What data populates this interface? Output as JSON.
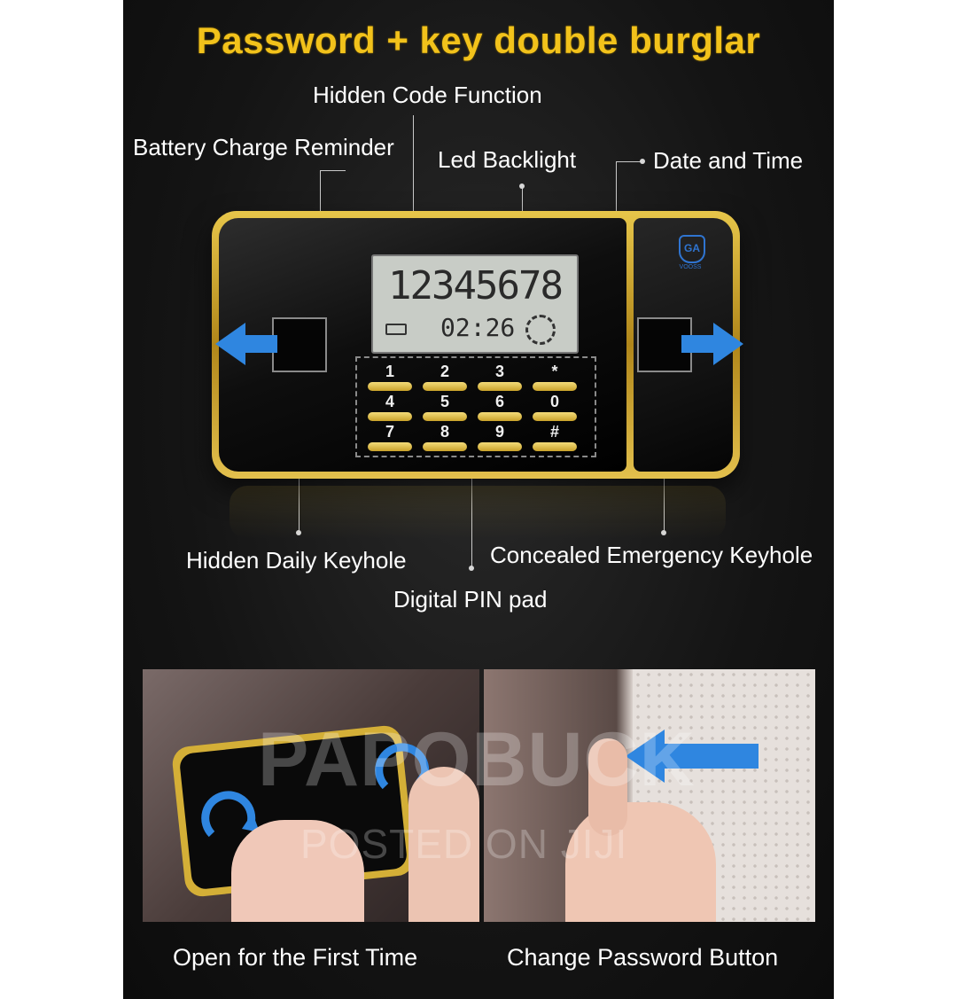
{
  "title": "Password + key double burglar",
  "callouts": {
    "hidden_code": "Hidden Code Function",
    "battery": "Battery Charge Reminder",
    "led": "Led Backlight",
    "date_time": "Date and Time",
    "daily_keyhole": "Hidden Daily Keyhole",
    "emergency_keyhole": "Concealed Emergency Keyhole",
    "pin_pad": "Digital PIN pad"
  },
  "lcd": {
    "digits": "12345678",
    "time": "02:26"
  },
  "keypad": [
    "1",
    "2",
    "3",
    "*",
    "4",
    "5",
    "6",
    "0",
    "7",
    "8",
    "9",
    "#"
  ],
  "brand": {
    "logo": "GA",
    "sub": "VOOSS"
  },
  "captions": {
    "left": "Open for the First Time",
    "right": "Change Password Button"
  },
  "watermark": {
    "line1": "PAPOBUCK",
    "line2": "POSTED ON JIJI"
  },
  "colors": {
    "title": "#f2c21b",
    "gold": "#d4af37",
    "arrow": "#2f86e0"
  }
}
